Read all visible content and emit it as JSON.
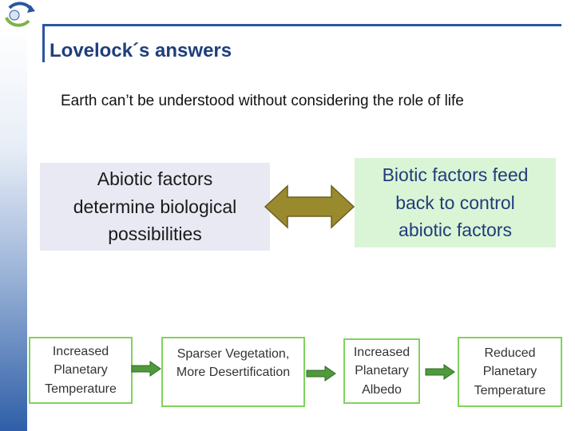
{
  "slide": {
    "title": "Lovelock´s answers",
    "subtitle": "Earth can’t be understood without considering the role of life",
    "abiotic_box": {
      "text": "Abiotic factors determine biological possibilities"
    },
    "biotic_box": {
      "text": "Biotic factors feed back to control abiotic factors"
    },
    "steps": [
      {
        "text": "Increased Planetary Temperature"
      },
      {
        "text": "Sparser Vegetation, More Desertification"
      },
      {
        "text": "Increased Planetary Albedo"
      },
      {
        "text": "Reduced Planetary Temperature"
      }
    ]
  },
  "colors": {
    "accent": "#2a56a0",
    "title_text": "#1f3f7a",
    "abiotic_bg": "#e8e9f3",
    "biotic_bg": "#d9f5d6",
    "step_border": "#7fd35b",
    "double_arrow_fill": "#9a8a2e",
    "step_arrow_fill": "#4f9a3a"
  },
  "icons": {
    "logo": "institution-logo-icon",
    "double_arrow": "double-headed-arrow-icon",
    "step_arrow": "right-arrow-icon"
  }
}
